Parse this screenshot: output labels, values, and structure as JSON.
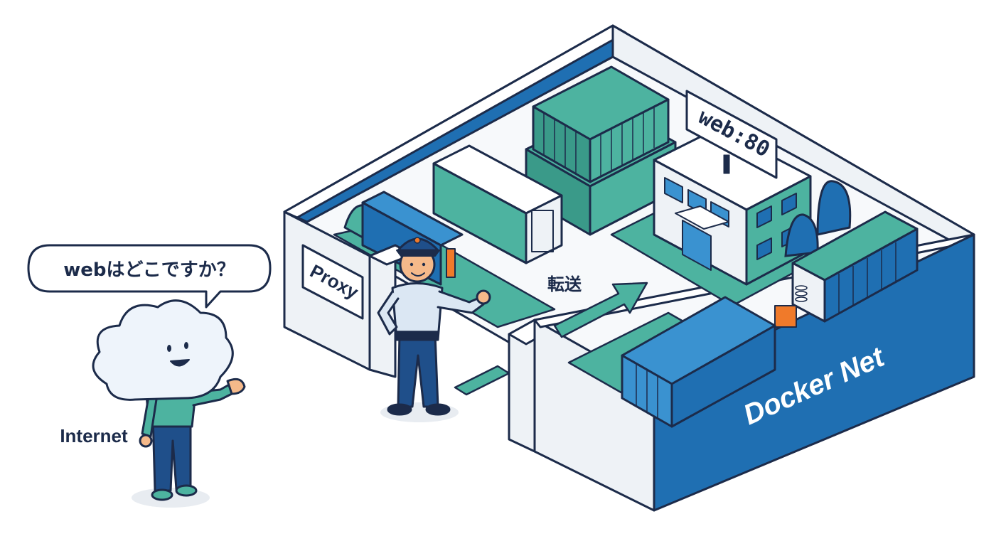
{
  "labels": {
    "speech_bubble": "webはどこですか？",
    "internet": "Internet",
    "proxy_sign": "Proxy",
    "forward": "転送",
    "web_sign": "web:80",
    "docker_net": "Docker Net"
  },
  "colors": {
    "outline": "#1c2b4a",
    "wall_blue": "#1f6fb2",
    "wall_light": "#eef2f6",
    "teal": "#4db3a0",
    "teal_dark": "#3a9a89",
    "accent_orange": "#f07a2a",
    "sky_blue": "#3a92d0"
  }
}
